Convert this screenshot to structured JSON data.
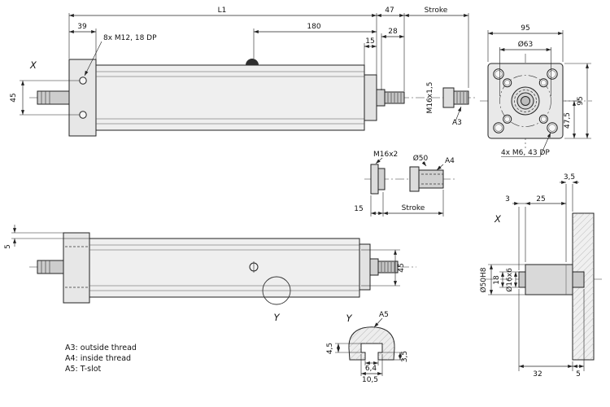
{
  "drawing": {
    "top": {
      "l1": "L1",
      "d39": "39",
      "d180": "180",
      "d47": "47",
      "stroke": "Stroke",
      "d28": "28",
      "d15": "15",
      "bolt_note": "8x M12, 18 DP",
      "view_x": "X",
      "d45": "45",
      "thread": "M16x1,5",
      "a3": "A3"
    },
    "flange": {
      "d95_top": "95",
      "d63": "Ø63",
      "d95_side": "95",
      "d47_5": "47,5",
      "note": "4x M6, 43 DP"
    },
    "a4": {
      "thread": "M16x2",
      "d50": "Ø50",
      "a4": "A4",
      "d15": "15",
      "stroke": "Stroke"
    },
    "bottom": {
      "d5": "5",
      "d45": "45",
      "view_y": "Y"
    },
    "tslot": {
      "view_y": "Y",
      "a5": "A5",
      "d4_5": "4,5",
      "d3_5": "3,5",
      "d6_4": "6,4",
      "d10_5": "10,5"
    },
    "section": {
      "d3_5": "3,5",
      "d3": "3",
      "d25": "25",
      "view_x": "X",
      "d50h8": "Ø50H8",
      "d18": "18",
      "d16x6": "Ø16x6",
      "d32": "32",
      "d5": "5"
    },
    "legend": {
      "a3": "A3: outside thread",
      "a4": "A4: inside thread",
      "a5": "A5: T-slot"
    }
  }
}
